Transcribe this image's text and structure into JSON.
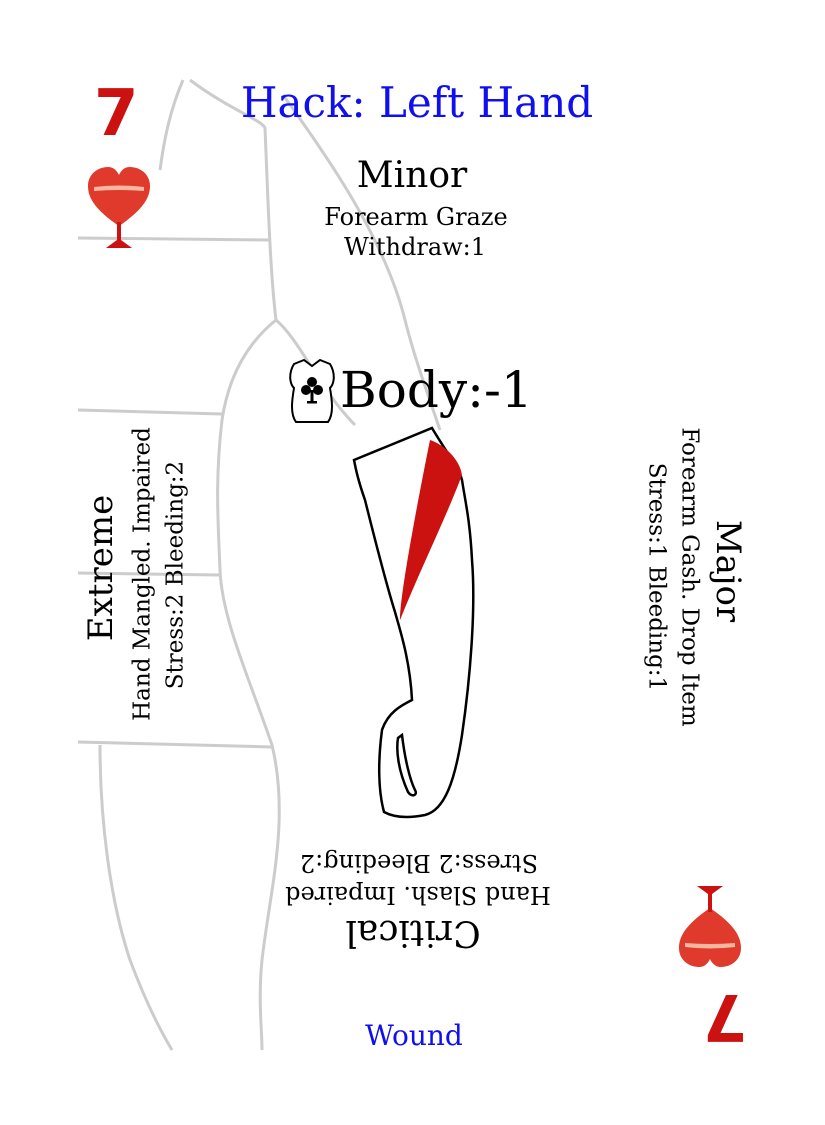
{
  "card": {
    "rank": "7",
    "suit_icon": "heart-icon",
    "title": "Hack: Left Hand",
    "footer": "Wound",
    "body_stat": "Body:-1",
    "body_stat_icon": "torso-club-icon",
    "colors": {
      "title": "#1010ee",
      "rank": "#cc1111",
      "wound": "#cc1111",
      "outline": "#cccccc"
    }
  },
  "wounds": {
    "minor": {
      "label": "Minor",
      "line1": "Forearm Graze",
      "line2": "Withdraw:1"
    },
    "major": {
      "label": "Major",
      "line1": "Forearm Gash. Drop Item",
      "line2": "Stress:1 Bleeding:1"
    },
    "critical": {
      "label": "Critical",
      "line1": "Hand Slash. Impaired",
      "line2": "Stress:2 Bleeding:2"
    },
    "extreme": {
      "label": "Extreme",
      "line1": "Hand Mangled. Impaired",
      "line2": "Stress:2 Bleeding:2"
    }
  }
}
